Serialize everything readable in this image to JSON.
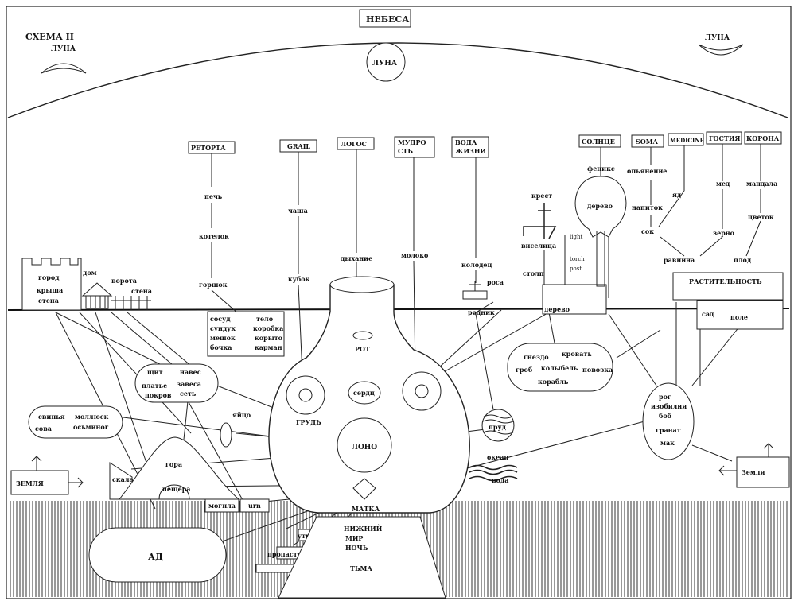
{
  "scheme_title": "СХЕМА II",
  "sky": {
    "heaven": "НЕБЕСА",
    "moon_left": "ЛУНА",
    "moon_center": "ЛУНА",
    "moon_right": "ЛУНА"
  },
  "top_boxes": {
    "retort": "РЕТОРТА",
    "grail": "GRAIL",
    "logos": "ЛОГОС",
    "wisdom_1": "МУДРО",
    "wisdom_2": "СТЬ",
    "water_1": "ВОДА",
    "water_2": "ЖИЗНИ",
    "sun": "СОЛНЦЕ",
    "soma": "SOMA",
    "medicine": "MEDICINE",
    "host": "ГОСТИЯ",
    "crown": "КОРОНА"
  },
  "retort_chain": {
    "oven": "печь",
    "kettle": "котелок",
    "pot": "горшок"
  },
  "grail_chain": {
    "cup": "чаша",
    "goblet": "кубок"
  },
  "logos_chain": {
    "breath": "дыхание",
    "mouth": "РОТ",
    "heart": "сердц"
  },
  "wisdom_chain": {
    "milk": "молоко"
  },
  "water_chain": {
    "well": "колодец",
    "dew": "роса",
    "spring": "родник"
  },
  "cross_group": {
    "cross": "крест",
    "gallows": "виселица",
    "pillar": "столп",
    "tree": "дерево",
    "light": "light",
    "torch": "torch",
    "post": "post"
  },
  "sun_chain": {
    "phoenix": "феникс",
    "tree": "дерево"
  },
  "soma_chain": {
    "intoxication": "опьянение",
    "drink": "напиток",
    "poison": "яд",
    "juice": "сок"
  },
  "host_chain": {
    "honey": "мед",
    "grain": "зерно",
    "plain": "равнина"
  },
  "crown_chain": {
    "mandala": "мандала",
    "flower": "цветок",
    "fruit": "плод"
  },
  "vegetation": "РАСТИТЕЛЬНОСТЬ",
  "garden": {
    "garden": "сад",
    "field": "поле"
  },
  "city": {
    "city": "город",
    "roof": "крыша",
    "wall": "стена",
    "house": "дом",
    "gate": "ворота",
    "wall2": "стена"
  },
  "containers": {
    "vessel": "сосуд",
    "chest": "сундук",
    "sack": "мешок",
    "barrel": "бочка",
    "body": "тело",
    "box": "коробка",
    "feed": "корыто",
    "pocket": "карман"
  },
  "shield_group": {
    "shield": "щит",
    "canopy": "навес",
    "dress": "платье",
    "curtain": "завеса",
    "cover": "покров",
    "net": "сеть"
  },
  "pig_group": {
    "pig": "свинья",
    "mollusk": "моллюск",
    "owl": "сова",
    "octopus": "осьминог"
  },
  "body": {
    "egg": "яйцо",
    "breast": "ГРУДЬ",
    "womb": "ЛОНО",
    "uterus": "МАТКА"
  },
  "nest_group": {
    "nest": "гнездо",
    "bed": "кровать",
    "coffin": "гроб",
    "cradle": "колыбель",
    "crib": "повозка",
    "ship": "корабль"
  },
  "horn_group": {
    "horn": "рог",
    "abundance": "изобилия",
    "bean": "боб",
    "pomegranate": "гранат",
    "poppy": "мак"
  },
  "water_side": {
    "pond": "пруд",
    "ocean": "океан",
    "water": "вода"
  },
  "earth": {
    "left": "ЗЕМЛЯ",
    "right": "Земля"
  },
  "landscape": {
    "rock": "скала",
    "mountain": "гора",
    "cave": "пещера",
    "grave": "могила",
    "urn": "urn",
    "womb_low": "утроба",
    "abyss": "пропасть"
  },
  "underworld": {
    "lower_1": "НИЖНИЙ",
    "lower_2": "МИР",
    "night": "НОЧЬ",
    "darkness": "ТЬМА",
    "hell": "АД"
  }
}
